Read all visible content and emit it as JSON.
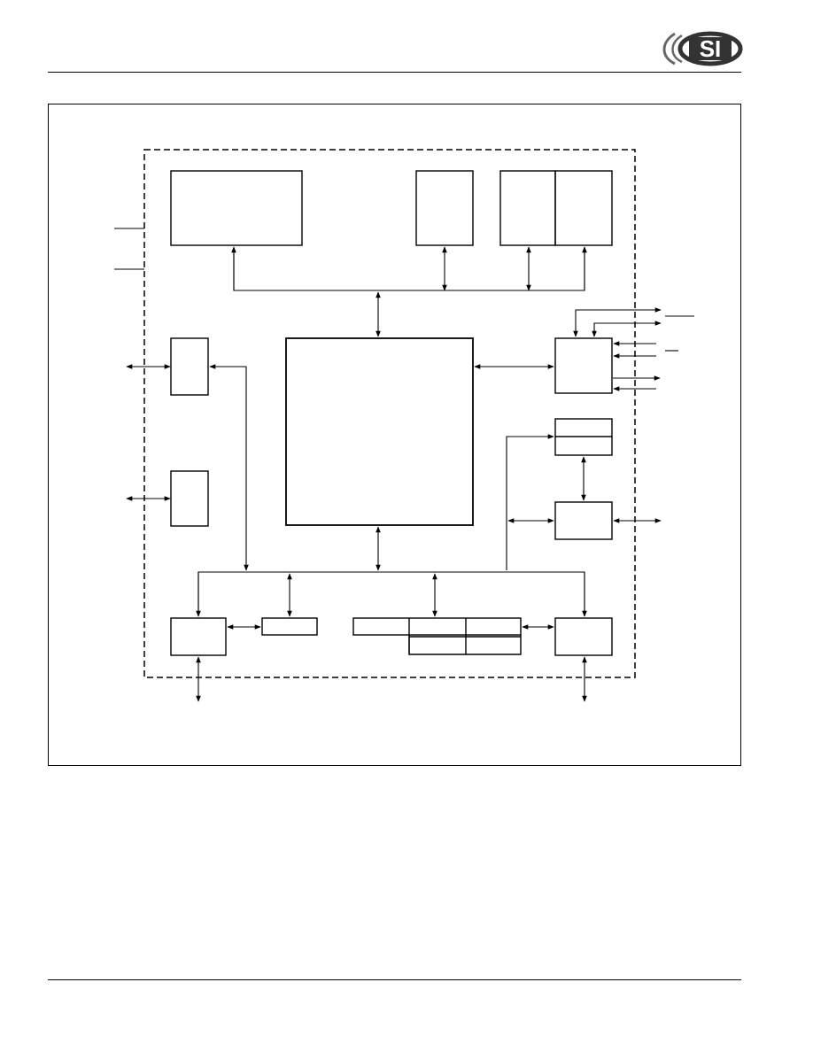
{
  "header": {
    "logo": {
      "text": "SI",
      "colors": {
        "mark": "#333333",
        "swoosh": "#666666"
      }
    }
  },
  "diagram": {
    "description_labels": [],
    "blocks": [
      {
        "id": "top-left-block",
        "label": ""
      },
      {
        "id": "top-mid-block",
        "label": ""
      },
      {
        "id": "top-right-block-a",
        "label": ""
      },
      {
        "id": "top-right-block-b",
        "label": ""
      },
      {
        "id": "cpu-core-block",
        "label": ""
      },
      {
        "id": "left-io-block-1",
        "label": ""
      },
      {
        "id": "left-io-block-2",
        "label": ""
      },
      {
        "id": "right-control-block",
        "label": ""
      },
      {
        "id": "right-stack-block",
        "label": ""
      },
      {
        "id": "right-mid-block",
        "label": ""
      },
      {
        "id": "bottom-left-block",
        "label": ""
      },
      {
        "id": "bottom-small-block",
        "label": ""
      },
      {
        "id": "bottom-register-block",
        "label": ""
      },
      {
        "id": "bottom-right-block",
        "label": ""
      }
    ]
  }
}
